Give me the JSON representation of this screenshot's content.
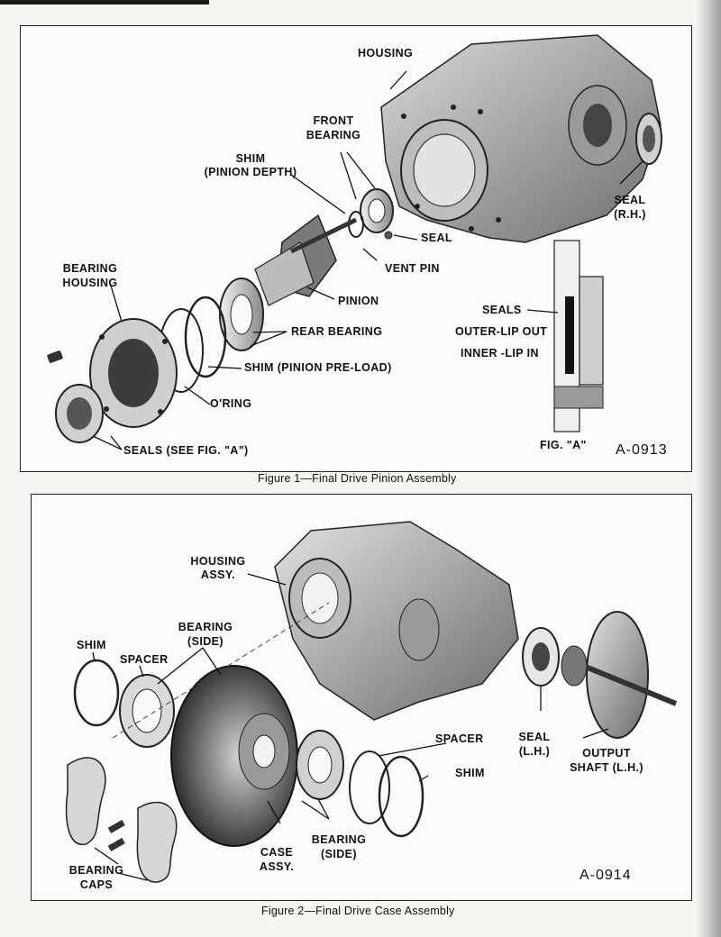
{
  "figure1": {
    "caption": "Figure 1—Final Drive Pinion Assembly",
    "code": "A-0913",
    "labels": {
      "housing": "HOUSING",
      "front_bearing_1": "FRONT",
      "front_bearing_2": "BEARING",
      "shim_depth_1": "SHIM",
      "shim_depth_2": "(PINION DEPTH)",
      "seal_rh_1": "SEAL",
      "seal_rh_2": "(R.H.)",
      "seal": "SEAL",
      "vent_pin": "VENT PIN",
      "bearing_housing_1": "BEARING",
      "bearing_housing_2": "HOUSING",
      "pinion": "PINION",
      "seals_note_1": "SEALS",
      "seals_note_2": "OUTER-LIP OUT",
      "seals_note_3": "INNER -LIP IN",
      "rear_bearing": "REAR BEARING",
      "shim_preload": "SHIM (PINION PRE-LOAD)",
      "oring": "O'RING",
      "seals_see": "SEALS (SEE FIG. \"A\")",
      "fig_a": "FIG. \"A\""
    }
  },
  "figure2": {
    "caption": "Figure 2—Final Drive Case Assembly",
    "code": "A-0914",
    "labels": {
      "housing_assy_1": "HOUSING",
      "housing_assy_2": "ASSY.",
      "bearing_side_top_1": "BEARING",
      "bearing_side_top_2": "(SIDE)",
      "shim_left": "SHIM",
      "spacer_left": "SPACER",
      "spacer_right": "SPACER",
      "shim_right": "SHIM",
      "seal_lh_1": "SEAL",
      "seal_lh_2": "(L.H.)",
      "output_shaft_1": "OUTPUT",
      "output_shaft_2": "SHAFT (L.H.)",
      "case_assy_1": "CASE",
      "case_assy_2": "ASSY.",
      "bearing_side_bottom_1": "BEARING",
      "bearing_side_bottom_2": "(SIDE)",
      "bearing_caps_1": "BEARING",
      "bearing_caps_2": "CAPS"
    }
  }
}
